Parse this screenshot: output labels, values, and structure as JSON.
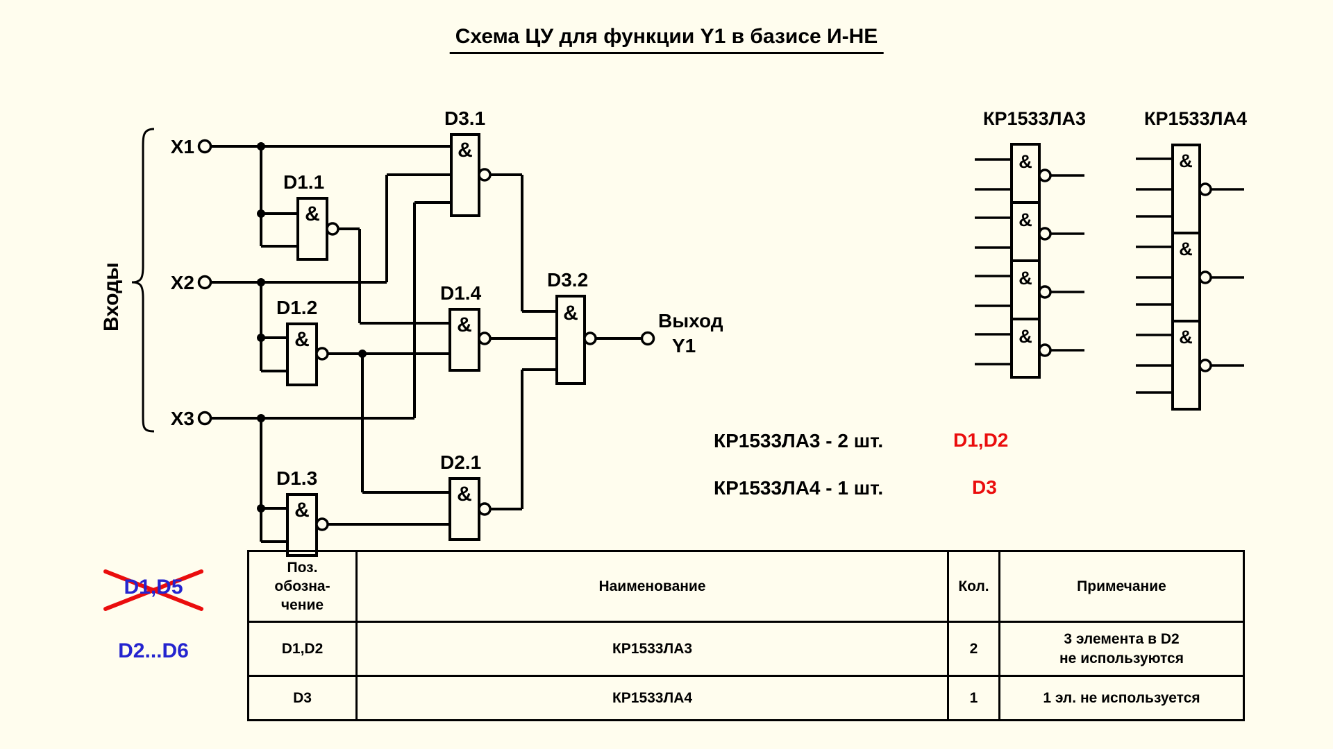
{
  "title": "Схема ЦУ для функции Y1 в базисе И-НЕ",
  "colors": {
    "background": "#fffdee",
    "line": "#000000",
    "accent_red": "#ea0d0d",
    "accent_blue": "#2424cf"
  },
  "schematic": {
    "inputs_group_label": "Входы",
    "inputs": [
      "X1",
      "X2",
      "X3"
    ],
    "amp": "&",
    "gates": [
      "D1.1",
      "D1.2",
      "D1.3",
      "D1.4",
      "D2.1",
      "D3.1",
      "D3.2"
    ],
    "output_label_line1": "Выход",
    "output_label_line2": "Y1"
  },
  "packages": [
    {
      "name": "КР1533ЛА3",
      "gate_count": 4,
      "inputs_per_gate": 2
    },
    {
      "name": "КР1533ЛА4",
      "gate_count": 3,
      "inputs_per_gate": 3
    }
  ],
  "usage_notes": [
    {
      "text": "КР1533ЛА3 - 2 шт.",
      "designators": "D1,D2"
    },
    {
      "text": "КР1533ЛА4 - 1 шт.",
      "designators": "D3"
    }
  ],
  "annotations": {
    "crossed_out": "D1,D5",
    "replacement": "D2...D6"
  },
  "table": {
    "headers": [
      "Поз.\nобозна-\nчение",
      "Наименование",
      "Кол.",
      "Примечание"
    ],
    "rows": [
      {
        "pos": "D1,D2",
        "name": "КР1533ЛА3",
        "qty": "2",
        "note": "3 элемента в D2\nне используются"
      },
      {
        "pos": "D3",
        "name": "КР1533ЛА4",
        "qty": "1",
        "note": "1 эл. не используется"
      }
    ]
  }
}
